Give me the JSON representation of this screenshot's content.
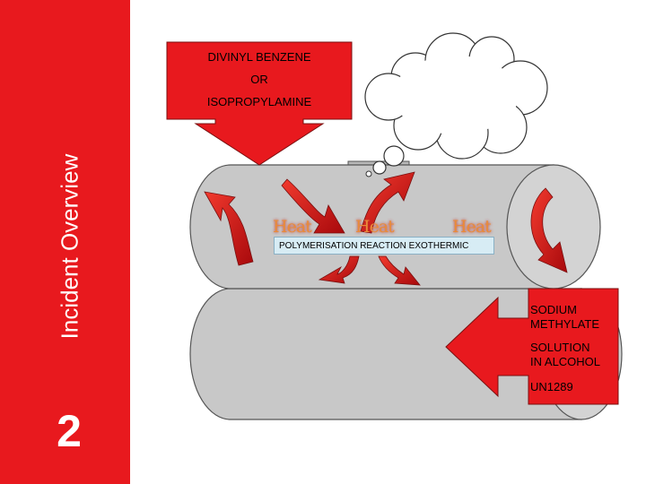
{
  "sidebar": {
    "title": "Incident Overview",
    "slide_number": "2"
  },
  "top_chemicals": {
    "line1": "DIVINYL BENZENE",
    "line2": "OR",
    "line3": "ISOPROPYLAMINE"
  },
  "side_chemical": {
    "line1": "SODIUM",
    "line2": "METHYLATE",
    "line3": "SOLUTION",
    "line4": "IN ALCOHOL",
    "line5": "UN1289"
  },
  "reaction_label": "POLYMERISATION REACTION EXOTHERMIC",
  "heat_labels": [
    "Heat",
    "Heat",
    "Heat"
  ],
  "colors": {
    "accent_red": "#e8191e",
    "tank_grey": "#c8c8c8",
    "reaction_box": "#d7ecf4"
  }
}
